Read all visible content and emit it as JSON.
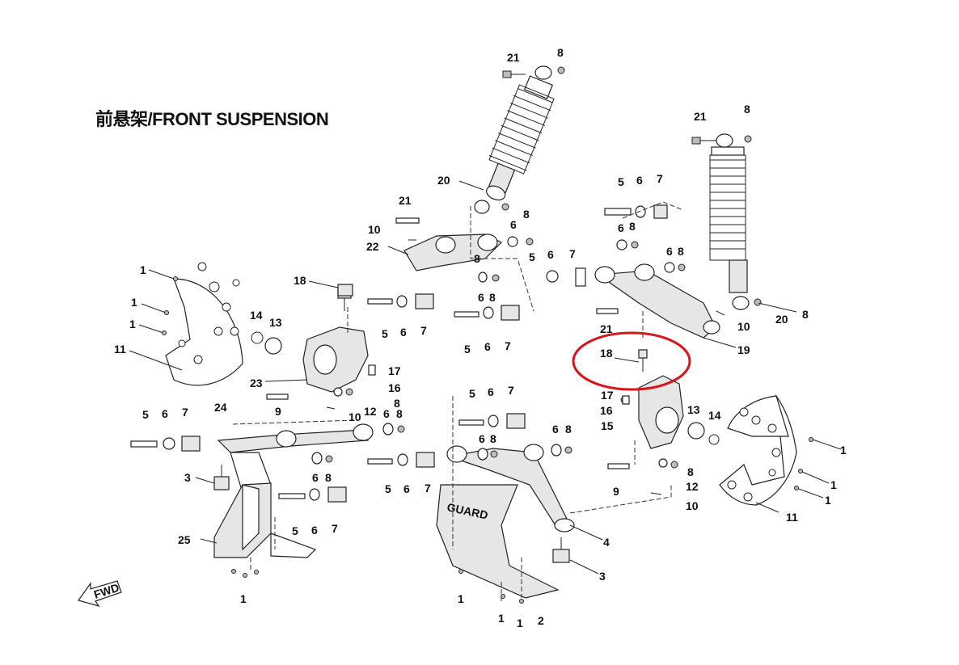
{
  "title": "前悬架/FRONT SUSPENSION",
  "fwd_label": "FWD",
  "guard_text": "GUARD",
  "labels": {
    "l1": "1",
    "l2": "2",
    "l3": "3",
    "l4": "4",
    "l5": "5",
    "l6": "6",
    "l7": "7",
    "l8": "8",
    "l9": "9",
    "l10": "10",
    "l11": "11",
    "l12": "12",
    "l13": "13",
    "l14": "14",
    "l15": "15",
    "l16": "16",
    "l17": "17",
    "l18": "18",
    "l19": "19",
    "l20": "20",
    "l21": "21",
    "l22": "22",
    "l23": "23",
    "l24": "24",
    "l25": "25"
  },
  "highlight": {
    "part": "18",
    "color": "#d9141b"
  }
}
